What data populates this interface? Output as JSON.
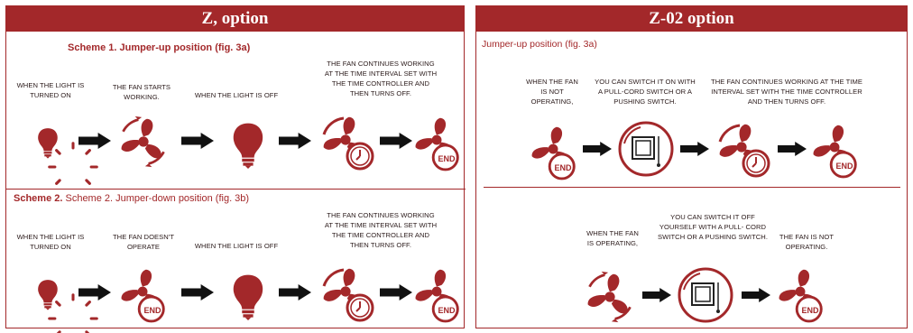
{
  "colors": {
    "accent": "#a3282a",
    "text": "#2a1a1a",
    "background": "#ffffff"
  },
  "left": {
    "title": "Z, option",
    "scheme1": {
      "heading": "Scheme 1. Jumper-up position (fig. 3a)",
      "captions": [
        "WHEN THE LIGHT IS TURNED ON",
        "THE FAN STARTS WORKING.",
        "WHEN THE LIGHT IS OFF",
        "THE FAN CONTINUES WORKING AT THE TIME INTERVAL SET WITH THE TIME CONTROLLER AND THEN TURNS OFF."
      ],
      "icons": [
        "light-on-icon",
        "fan-rotating-icon",
        "light-off-icon",
        "fan-timer-icon",
        "fan-end-icon"
      ],
      "end_label": "END"
    },
    "scheme2": {
      "heading_bold": "Scheme 2.",
      "heading_rest": "Scheme 2. Jumper-down position (fig. 3b)",
      "captions": [
        "WHEN THE LIGHT IS TURNED ON",
        "THE FAN DOESN'T OPERATE",
        "WHEN THE LIGHT IS OFF",
        "THE FAN CONTINUES WORKING AT THE TIME INTERVAL SET WITH THE TIME CONTROLLER AND THEN TURNS OFF."
      ],
      "icons": [
        "light-on-icon",
        "fan-end-icon",
        "light-off-icon",
        "fan-timer-icon",
        "fan-end-icon"
      ],
      "end_label": "END"
    }
  },
  "right": {
    "title": "Z-02 option",
    "top": {
      "heading": "Jumper-up position (fig. 3a)",
      "captions": [
        "WHEN THE FAN IS NOT OPERATING,",
        "YOU CAN SWITCH IT ON WITH A PULL-CORD SWITCH OR A PUSHING SWITCH.",
        "THE FAN CONTINUES WORKING AT THE TIME INTERVAL SET WITH THE TIME CONTROLLER AND THEN TURNS OFF."
      ],
      "end_label": "END"
    },
    "bottom": {
      "captions": [
        "WHEN THE FAN IS OPERATING,",
        "YOU CAN SWITCH IT OFF YOURSELF WITH A PULL- CORD SWITCH OR A PUSHING SWITCH.",
        "THE FAN IS NOT OPERATING."
      ],
      "end_label": "END"
    }
  }
}
